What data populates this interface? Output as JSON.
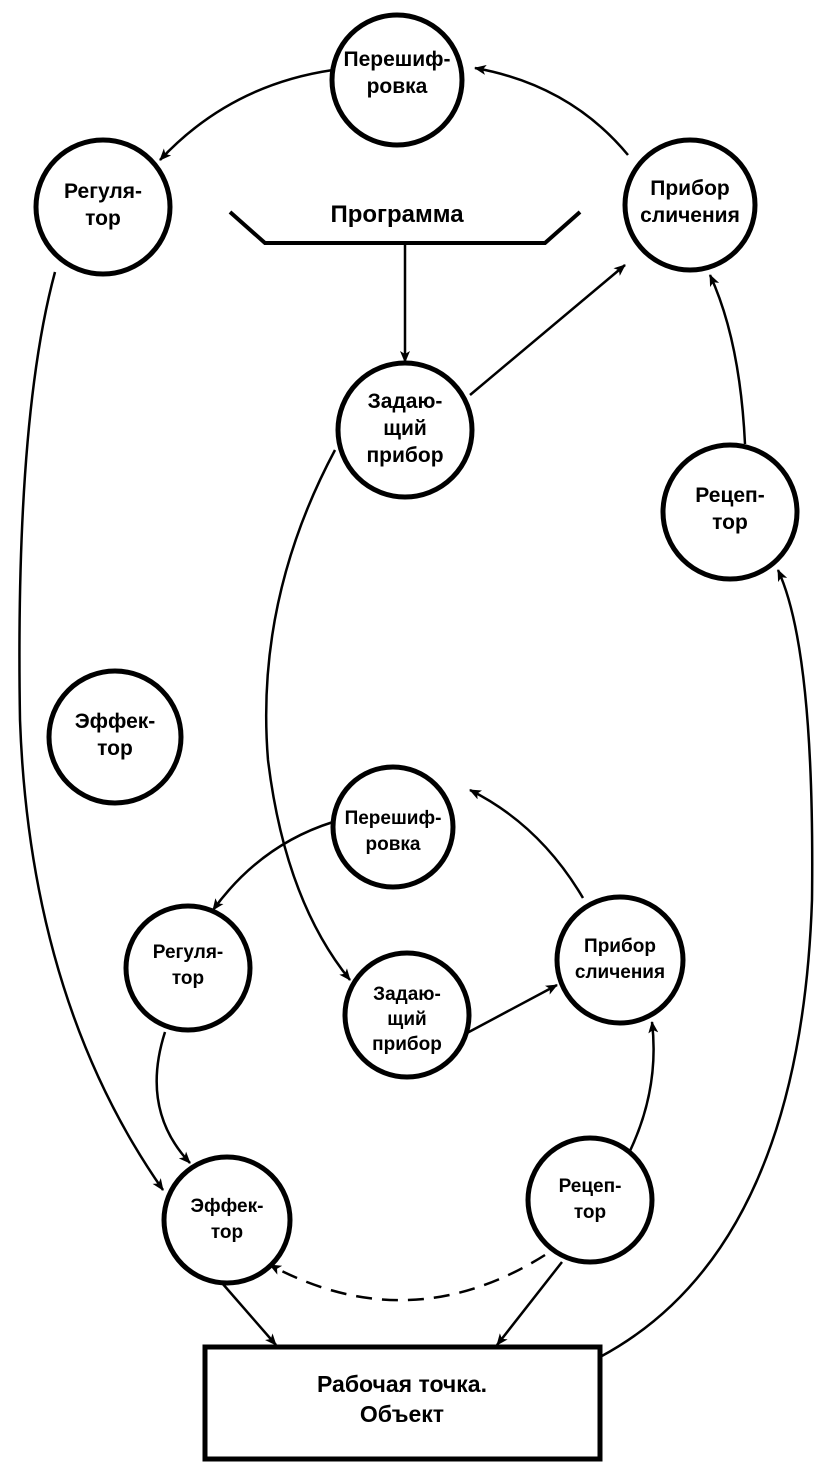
{
  "program": "Программа",
  "upper": {
    "recoder": [
      "Перешиф-",
      "ровка"
    ],
    "regulator": [
      "Регуля-",
      "тор"
    ],
    "comparator": [
      "Прибор",
      "сличения"
    ],
    "setter": [
      "Задаю-",
      "щий",
      "прибор"
    ],
    "receptor": [
      "Рецеп-",
      "тор"
    ],
    "effector": [
      "Эффек-",
      "тор"
    ]
  },
  "lower": {
    "recoder": [
      "Перешиф-",
      "ровка"
    ],
    "regulator": [
      "Регуля-",
      "тор"
    ],
    "comparator": [
      "Прибор",
      "сличения"
    ],
    "setter": [
      "Задаю-",
      "щий",
      "прибор"
    ],
    "receptor": [
      "Рецеп-",
      "тор"
    ],
    "effector": [
      "Эффек-",
      "тор"
    ]
  },
  "object": [
    "Рабочая точка.",
    "Объект"
  ]
}
